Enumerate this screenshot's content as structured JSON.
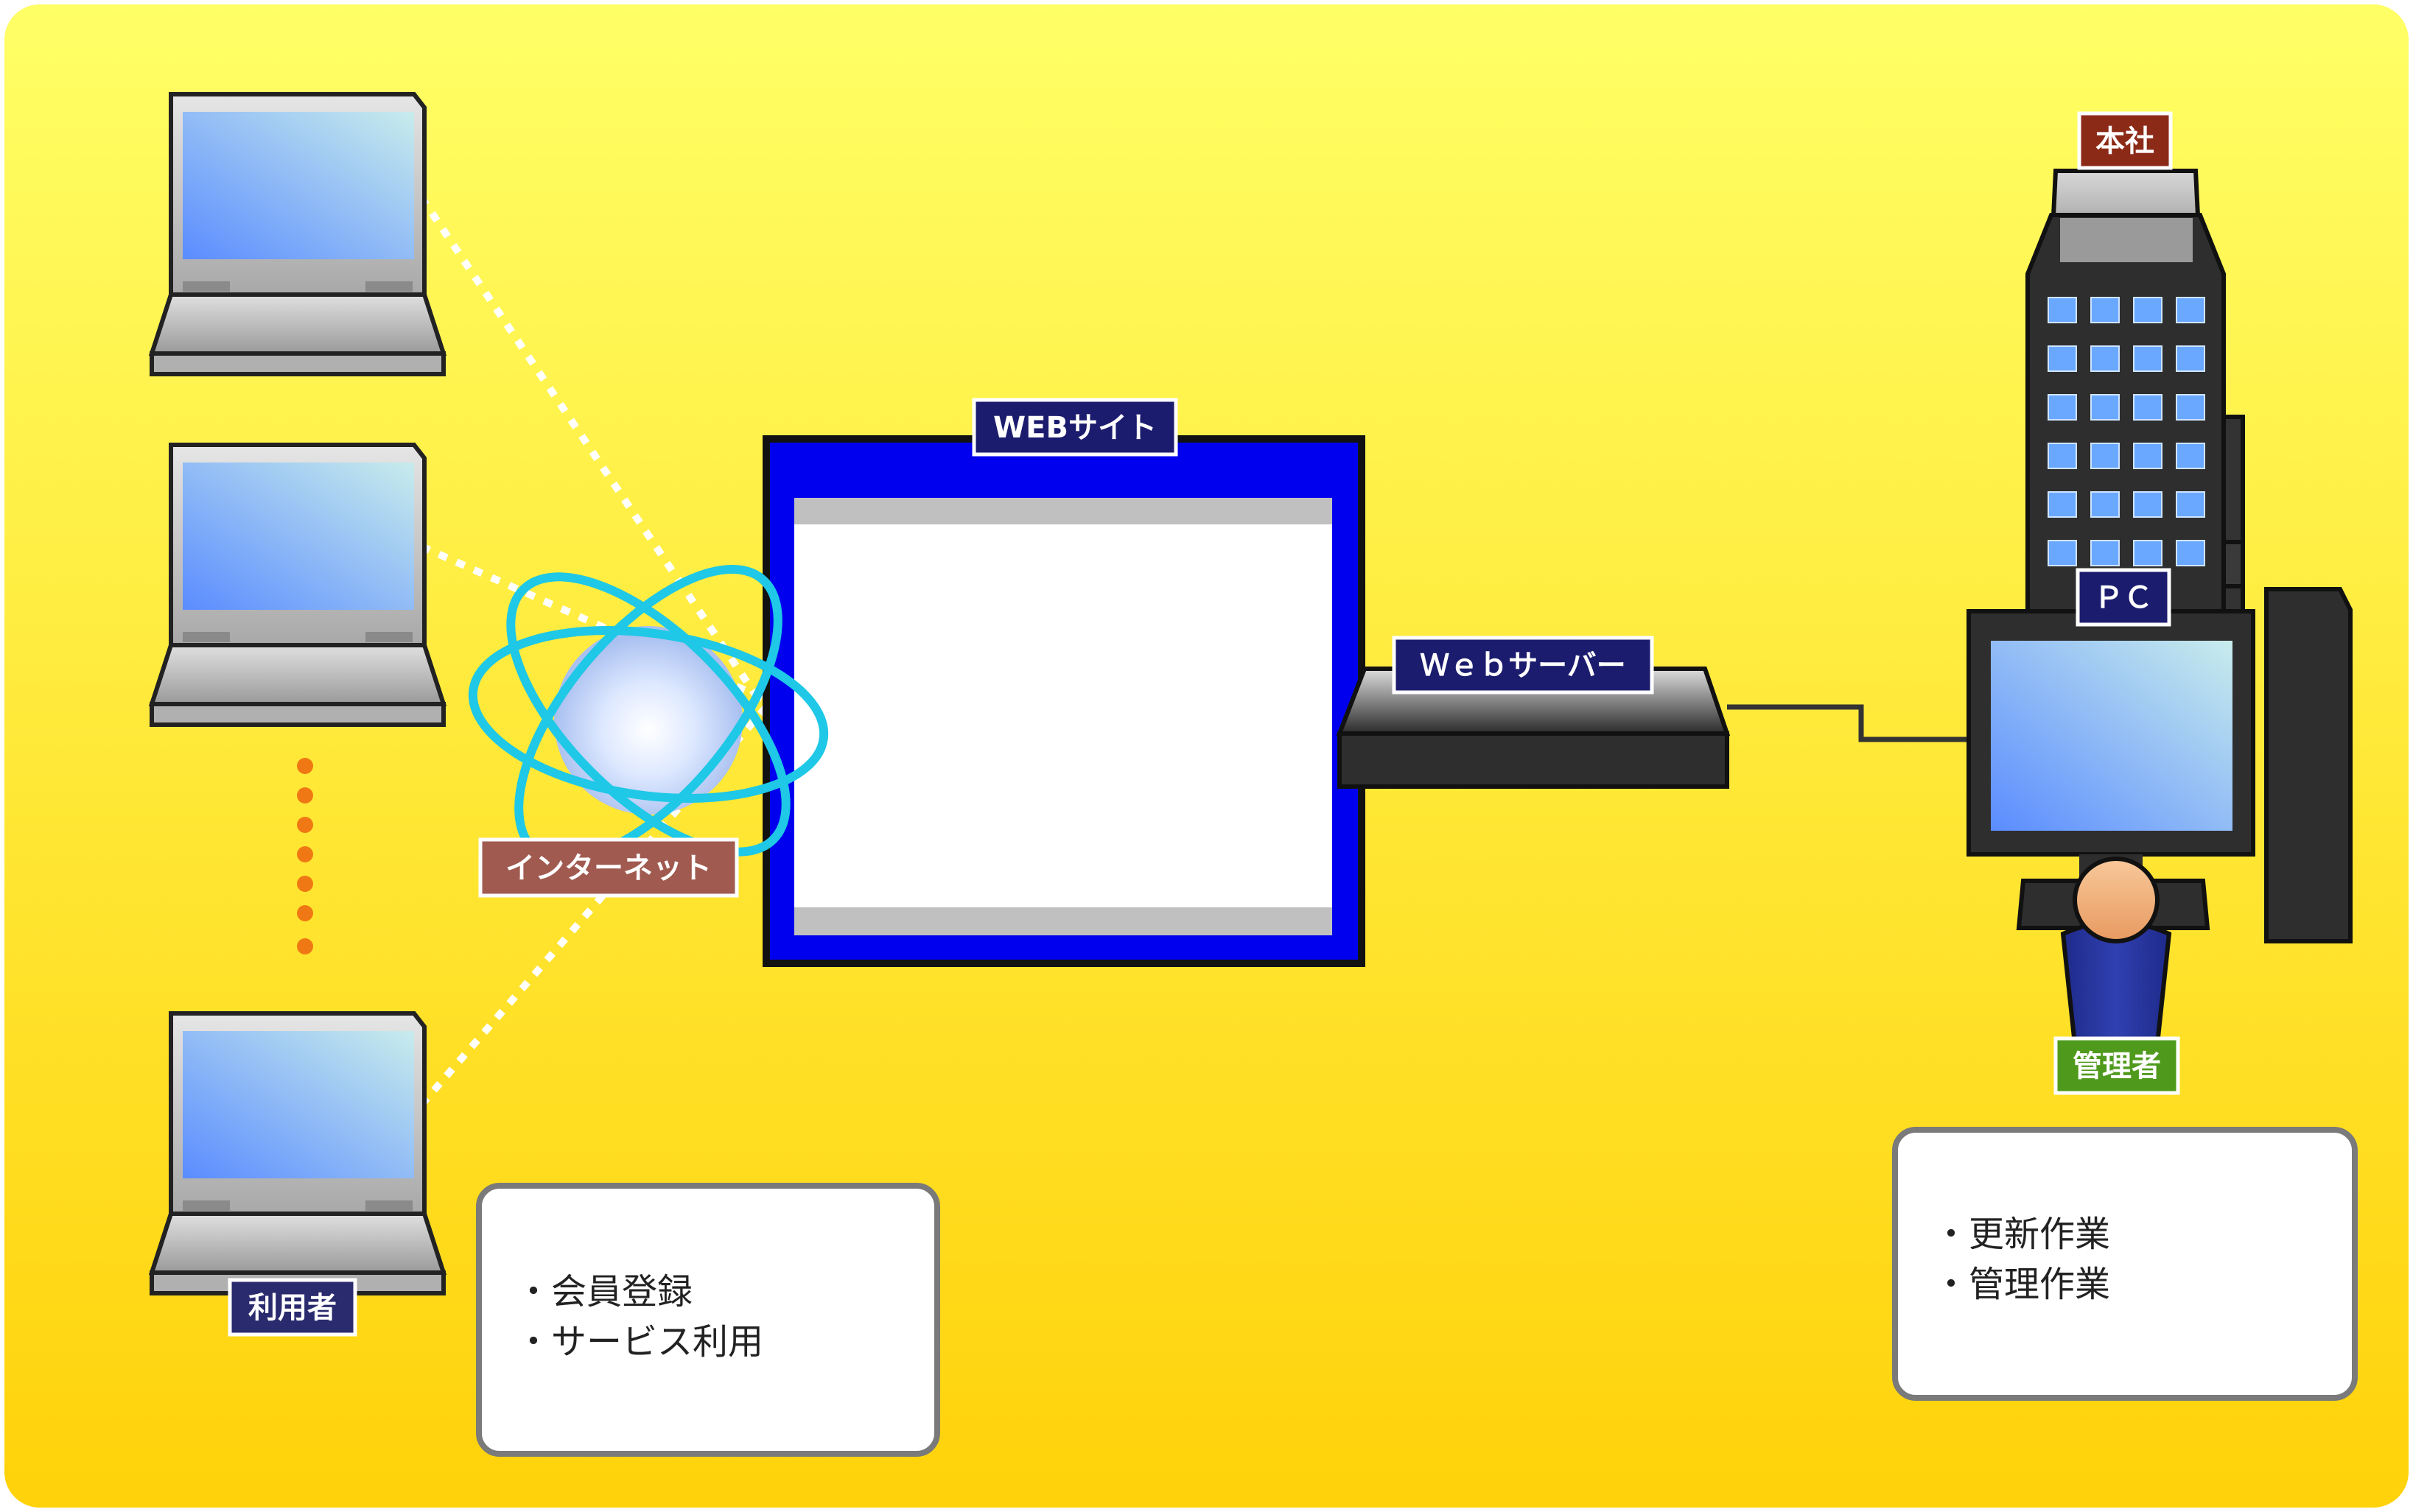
{
  "labels": {
    "website": "WEBサイト",
    "internet": "インターネット",
    "webserver": "Ｗｅｂサーバー",
    "users": "利用者",
    "headquarters": "本社",
    "pc": "ＰＣ",
    "admin": "管理者"
  },
  "user_note": {
    "lines": [
      "・会員登録",
      "・サービス利用"
    ]
  },
  "admin_note": {
    "lines": [
      "・更新作業",
      "・管理作業"
    ]
  },
  "colors": {
    "background_top": "#ffff66",
    "background_bottom": "#ffd20a",
    "website_frame": "#0000ee",
    "label_navy": "#1c1c6e",
    "label_brown": "#a05a50",
    "label_darkred": "#8c2a18",
    "label_green": "#4f9a1c",
    "dots_orange": "#f07814",
    "atom_cyan": "#1ec8e6"
  },
  "icons": [
    "laptop-icon",
    "internet-globe-icon",
    "server-icon",
    "building-icon",
    "desktop-pc-icon",
    "person-icon"
  ]
}
